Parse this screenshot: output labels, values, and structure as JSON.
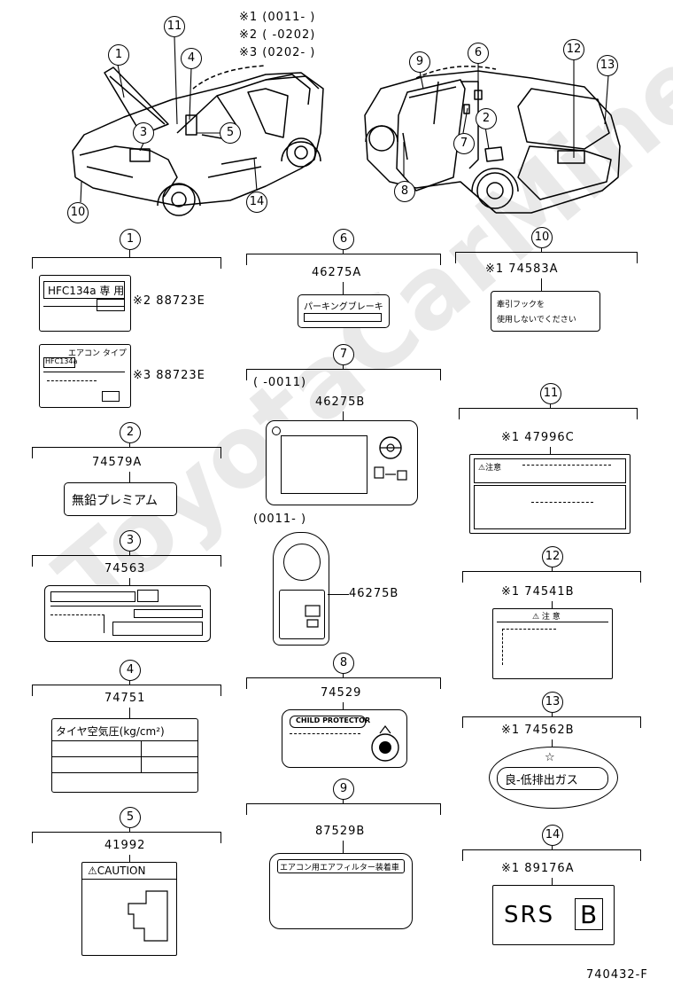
{
  "header": {
    "variant1": "※1 (0011-        )",
    "variant2": "※2 (        -0202)",
    "variant3": "※3 (0202-        )"
  },
  "callouts_front": [
    "1",
    "11",
    "4",
    "3",
    "5",
    "10",
    "14"
  ],
  "callouts_rear": [
    "9",
    "6",
    "12",
    "13",
    "2",
    "7",
    "8"
  ],
  "watermark": "ToyotaCarMine.ru",
  "labels": {
    "l1": {
      "num": "1",
      "a_part": "※2 88723E",
      "a_text": "HFC134a 専 用",
      "b_part": "※3 88723E",
      "b_top": "エアコン タイプ",
      "b_text": "HFC134a"
    },
    "l2": {
      "num": "2",
      "part": "74579A",
      "text": "無鉛プレミアム"
    },
    "l3": {
      "num": "3",
      "part": "74563"
    },
    "l4": {
      "num": "4",
      "part": "74751",
      "text": "タイヤ空気圧(kg/cm²)"
    },
    "l5": {
      "num": "5",
      "part": "41992",
      "text": "⚠CAUTION"
    },
    "l6": {
      "num": "6",
      "part": "46275A",
      "text": "パーキングブレーキ"
    },
    "l7": {
      "num": "7",
      "range_a": "(       -0011)",
      "part_a": "46275B",
      "range_b": "(0011-       )",
      "part_b": "46275B"
    },
    "l8": {
      "num": "8",
      "part": "74529",
      "text": "CHILD PROTECTOR"
    },
    "l9": {
      "num": "9",
      "part": "87529B",
      "text": "エアコン用エアフィルター装着車"
    },
    "l10": {
      "num": "10",
      "part": "※1 74583A",
      "line1": "牽引フックを",
      "line2": "使用しないでください"
    },
    "l11": {
      "num": "11",
      "part": "※1 47996C",
      "text": "⚠注意"
    },
    "l12": {
      "num": "12",
      "part": "※1 74541B",
      "text": "⚠ 注 意"
    },
    "l13": {
      "num": "13",
      "part": "※1 74562B",
      "text": "良-低排出ガス",
      "star": "☆"
    },
    "l14": {
      "num": "14",
      "part": "※1 89176A",
      "srs": "SRS",
      "letter": "B"
    }
  },
  "footer": {
    "code": "740432-F"
  }
}
